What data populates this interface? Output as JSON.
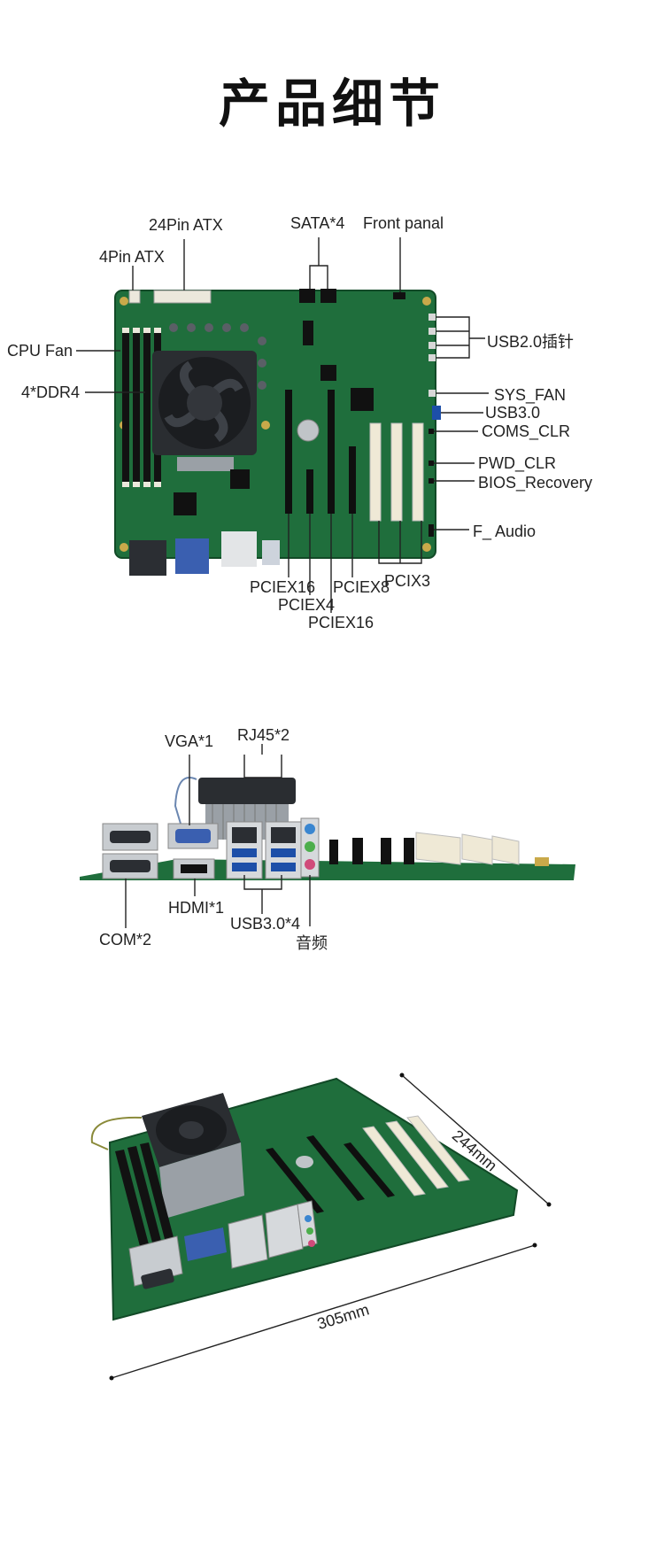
{
  "page": {
    "title": "产品细节"
  },
  "board_top": {
    "labels": {
      "pin24_atx": "24Pin ATX",
      "pin4_atx": "4Pin ATX",
      "sata": "SATA*4",
      "front_panel": "Front panal",
      "cpu_fan": "CPU Fan",
      "ddr4": "4*DDR4",
      "usb20": "USB2.0插针",
      "sys_fan": "SYS_FAN",
      "usb30": "USB3.0",
      "coms_clr": "COMS_CLR",
      "pwd_clr": "PWD_CLR",
      "bios_recovery": "BIOS_Recovery",
      "f_audio": "F_ Audio",
      "pciex16_a": "PCIEX16",
      "pciex4": "PCIEX4",
      "pciex16_b": "PCIEX16",
      "pciex8": "PCIEX8",
      "pcix3": "PCIX3"
    }
  },
  "board_io": {
    "labels": {
      "vga": "VGA*1",
      "rj45": "RJ45*2",
      "hdmi": "HDMI*1",
      "com": "COM*2",
      "usb30x4": "USB3.0*4",
      "audio": "音频"
    }
  },
  "board_angle": {
    "labels": {
      "depth": "244mm",
      "width": "305mm"
    }
  },
  "colors": {
    "pcb": "#1f6e3c",
    "pcb_dark": "#165a2f",
    "heatsink": "#2a2d31",
    "ivory": "#efe9d6"
  }
}
